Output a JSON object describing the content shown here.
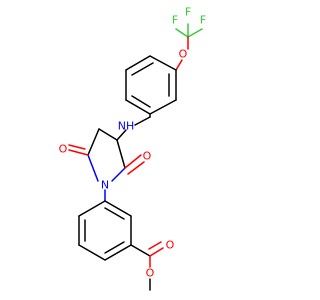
{
  "colors": {
    "carbon_bond": "#000000",
    "oxygen": "#ff0000",
    "nitrogen": "#0000ff",
    "fluorine": "#33cc33"
  },
  "atoms": {
    "f1": "F",
    "f2": "F",
    "f3": "F",
    "o_ether": "O",
    "nh": "NH",
    "n_imide": "N",
    "o_left": "O",
    "o_right": "O",
    "o_carbonyl": "O",
    "o_ester": "O"
  }
}
